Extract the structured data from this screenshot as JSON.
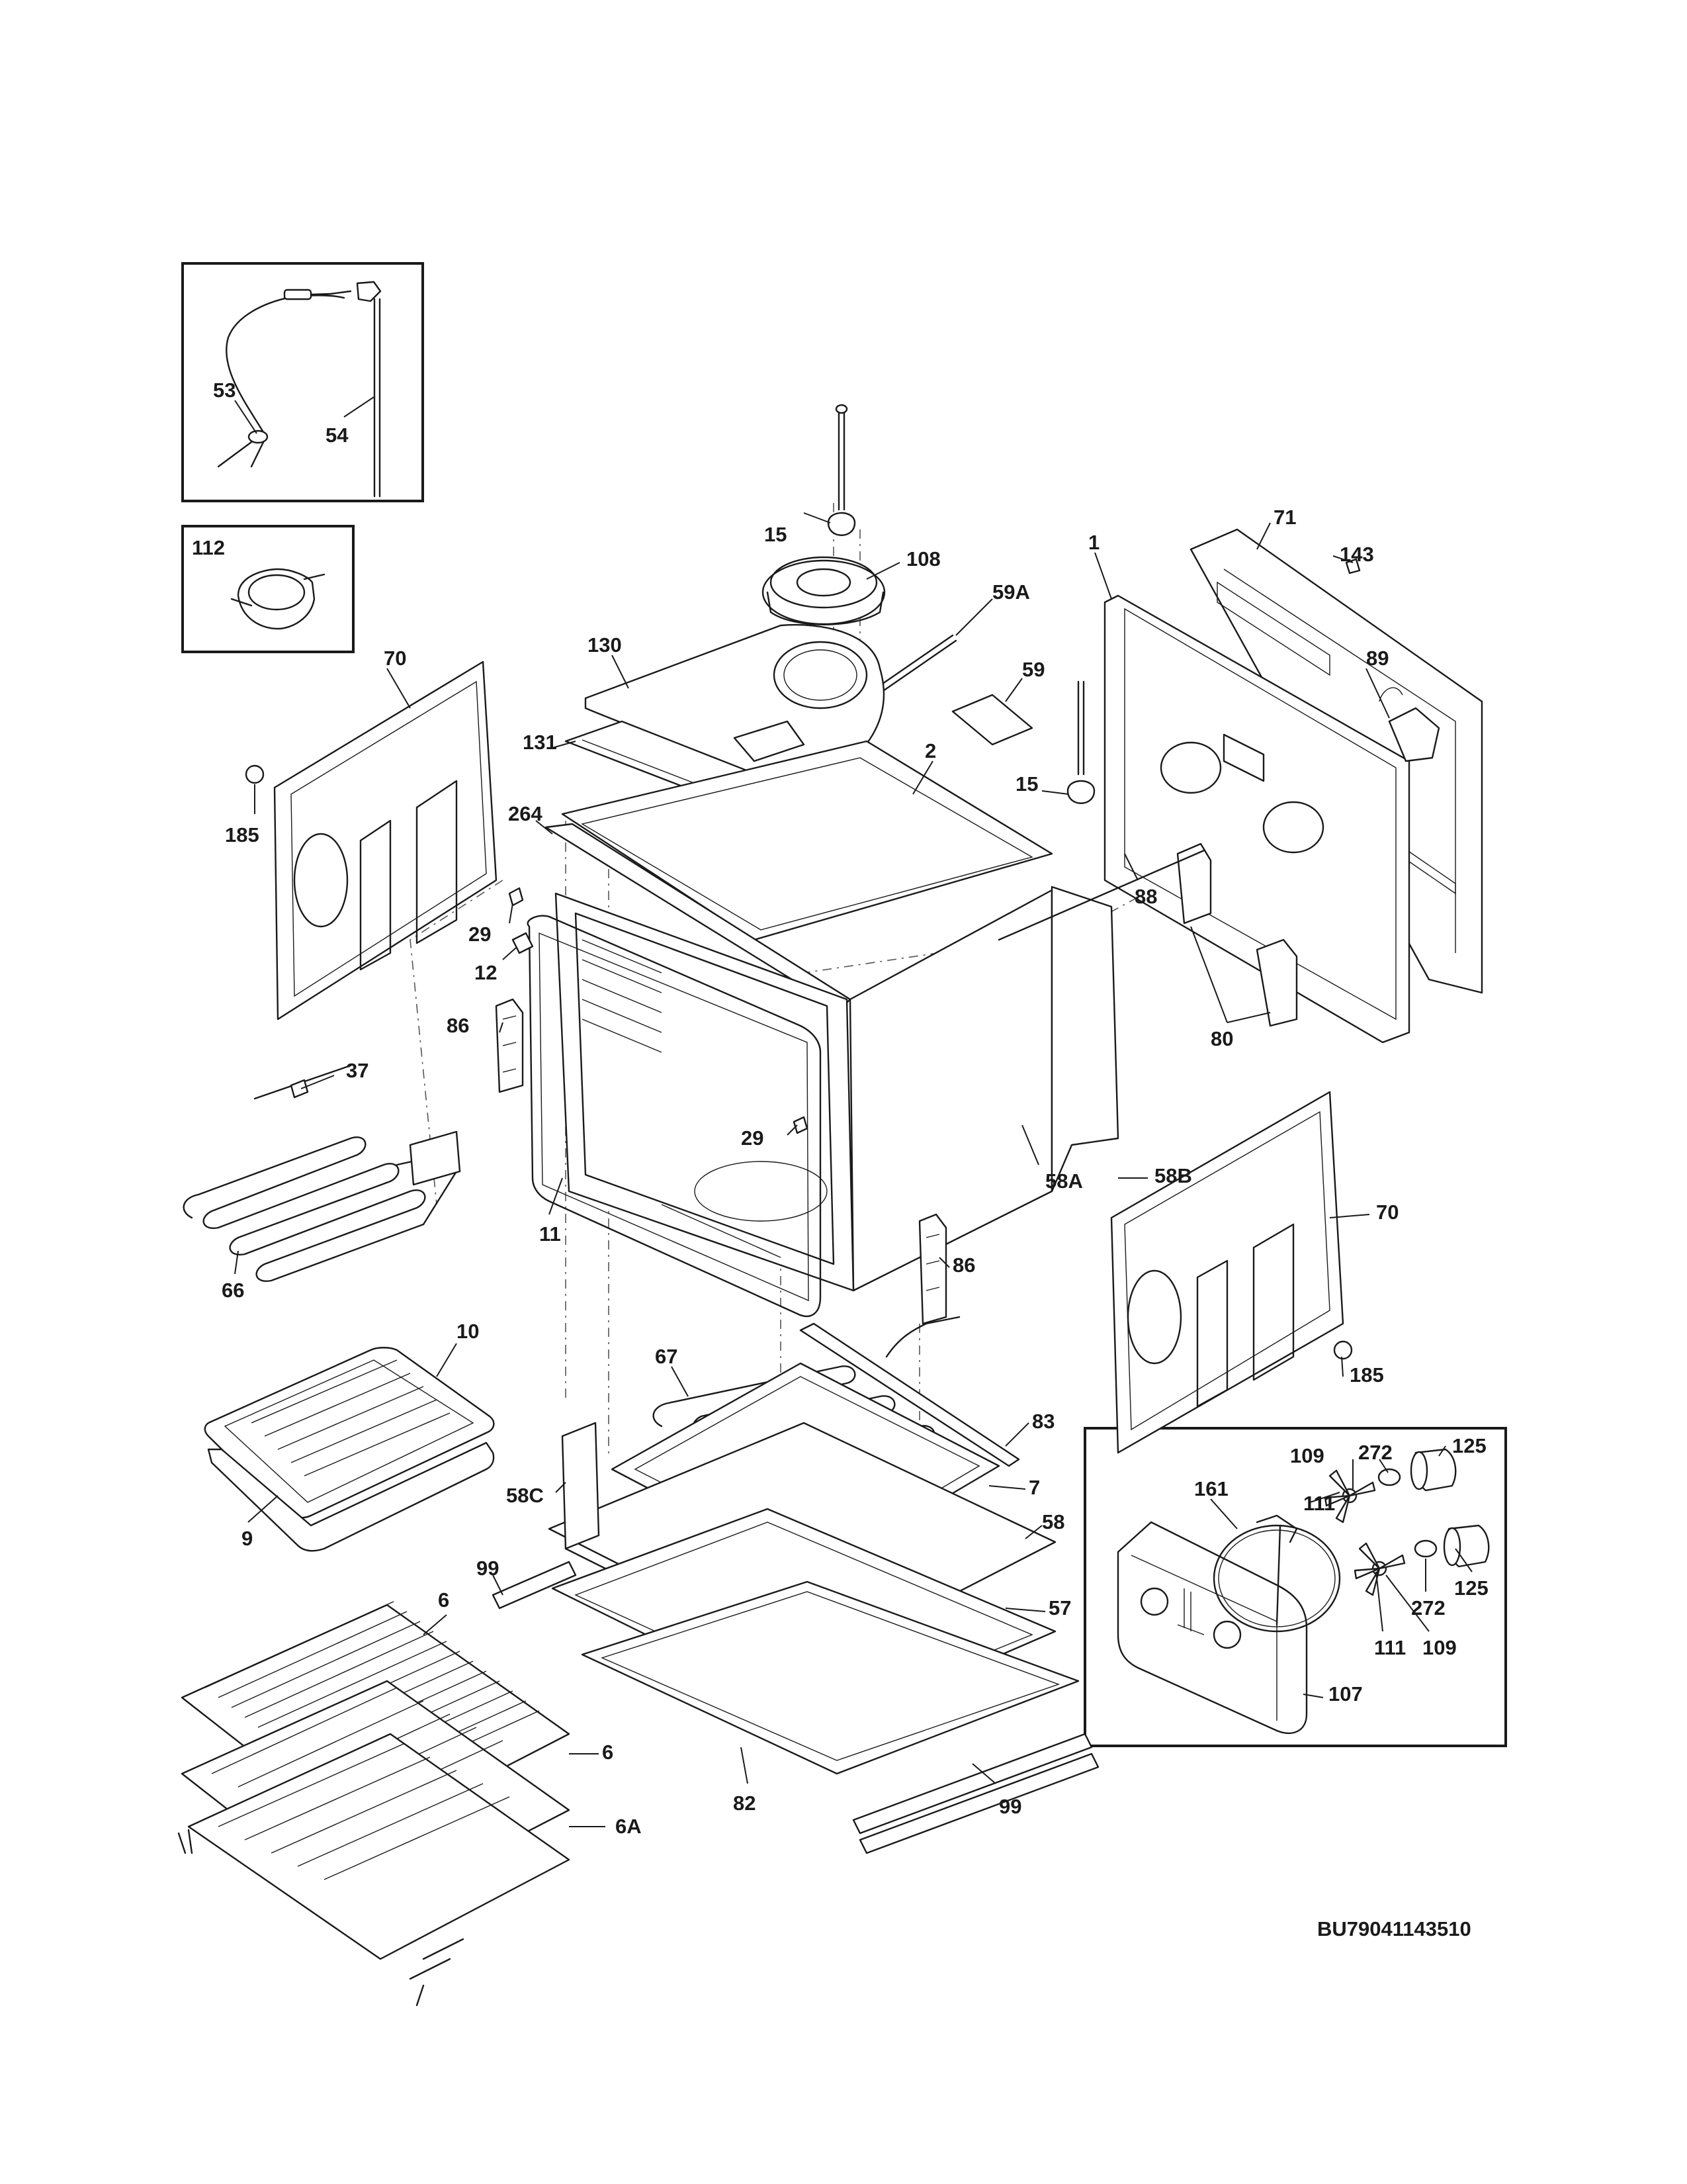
{
  "diagram": {
    "drawing_code": "BU79041143510",
    "inset_boxes": [
      {
        "id": "probe-inset",
        "callouts": [
          "53",
          "54"
        ]
      },
      {
        "id": "thermostat-inset",
        "callouts": [
          "112"
        ]
      },
      {
        "id": "convection-inset",
        "callouts": [
          "109",
          "272",
          "125",
          "161",
          "111",
          "125",
          "272",
          "111",
          "109",
          "107"
        ]
      }
    ],
    "callouts": [
      "53",
      "54",
      "112",
      "15",
      "108",
      "59A",
      "1",
      "71",
      "143",
      "130",
      "59",
      "89",
      "70",
      "131",
      "2",
      "15",
      "185",
      "264",
      "29",
      "88",
      "12",
      "80",
      "86",
      "37",
      "29",
      "58B",
      "58A",
      "70",
      "11",
      "66",
      "86",
      "10",
      "67",
      "185",
      "83",
      "109",
      "272",
      "125",
      "58C",
      "7",
      "161",
      "111",
      "9",
      "58",
      "99",
      "57",
      "125",
      "272",
      "6",
      "111",
      "109",
      "107",
      "6",
      "99",
      "82",
      "6A"
    ]
  }
}
